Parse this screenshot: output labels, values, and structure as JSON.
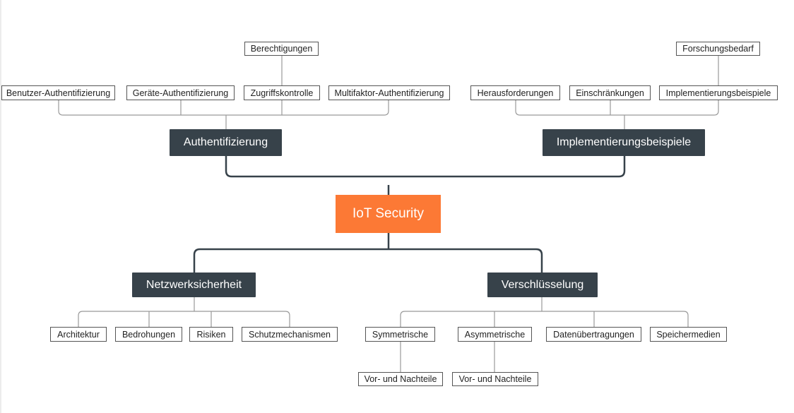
{
  "root": {
    "label": "IoT Security"
  },
  "authentifizierung": {
    "label": "Authentifizierung",
    "children": [
      "Benutzer-Authentifizierung",
      "Geräte-Authentifizierung",
      "Zugriffskontrolle",
      "Multifaktor-Authentifizierung"
    ],
    "zugriffskontrolle_child": "Berechtigungen"
  },
  "implementierung": {
    "label": "Implementierungsbeispiele",
    "children": [
      "Herausforderungen",
      "Einschränkungen",
      "Implementierungsbeispiele"
    ],
    "impl_child": "Forschungsbedarf"
  },
  "netzwerk": {
    "label": "Netzwerksicherheit",
    "children": [
      "Architektur",
      "Bedrohungen",
      "Risiken",
      "Schutzmechanismen"
    ]
  },
  "verschluesselung": {
    "label": "Verschlüsselung",
    "children": [
      "Symmetrische",
      "Asymmetrische",
      "Datenübertragungen",
      "Speichermedien"
    ],
    "symmetrische_child": "Vor- und Nachteile",
    "asymmetrische_child": "Vor- und Nachteile"
  },
  "colors": {
    "root": "#fc7935",
    "main": "#37424a",
    "line": "#37424a",
    "leaf_line": "#999999"
  }
}
